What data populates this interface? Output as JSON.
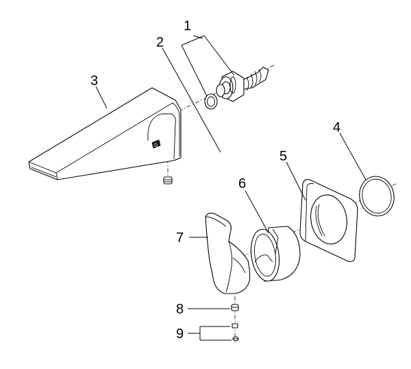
{
  "callouts": {
    "c1": "1",
    "c2": "2",
    "c3": "3",
    "c4": "4",
    "c5": "5",
    "c6": "6",
    "c7": "7",
    "c8": "8",
    "c9": "9"
  },
  "spout_logo": "D"
}
